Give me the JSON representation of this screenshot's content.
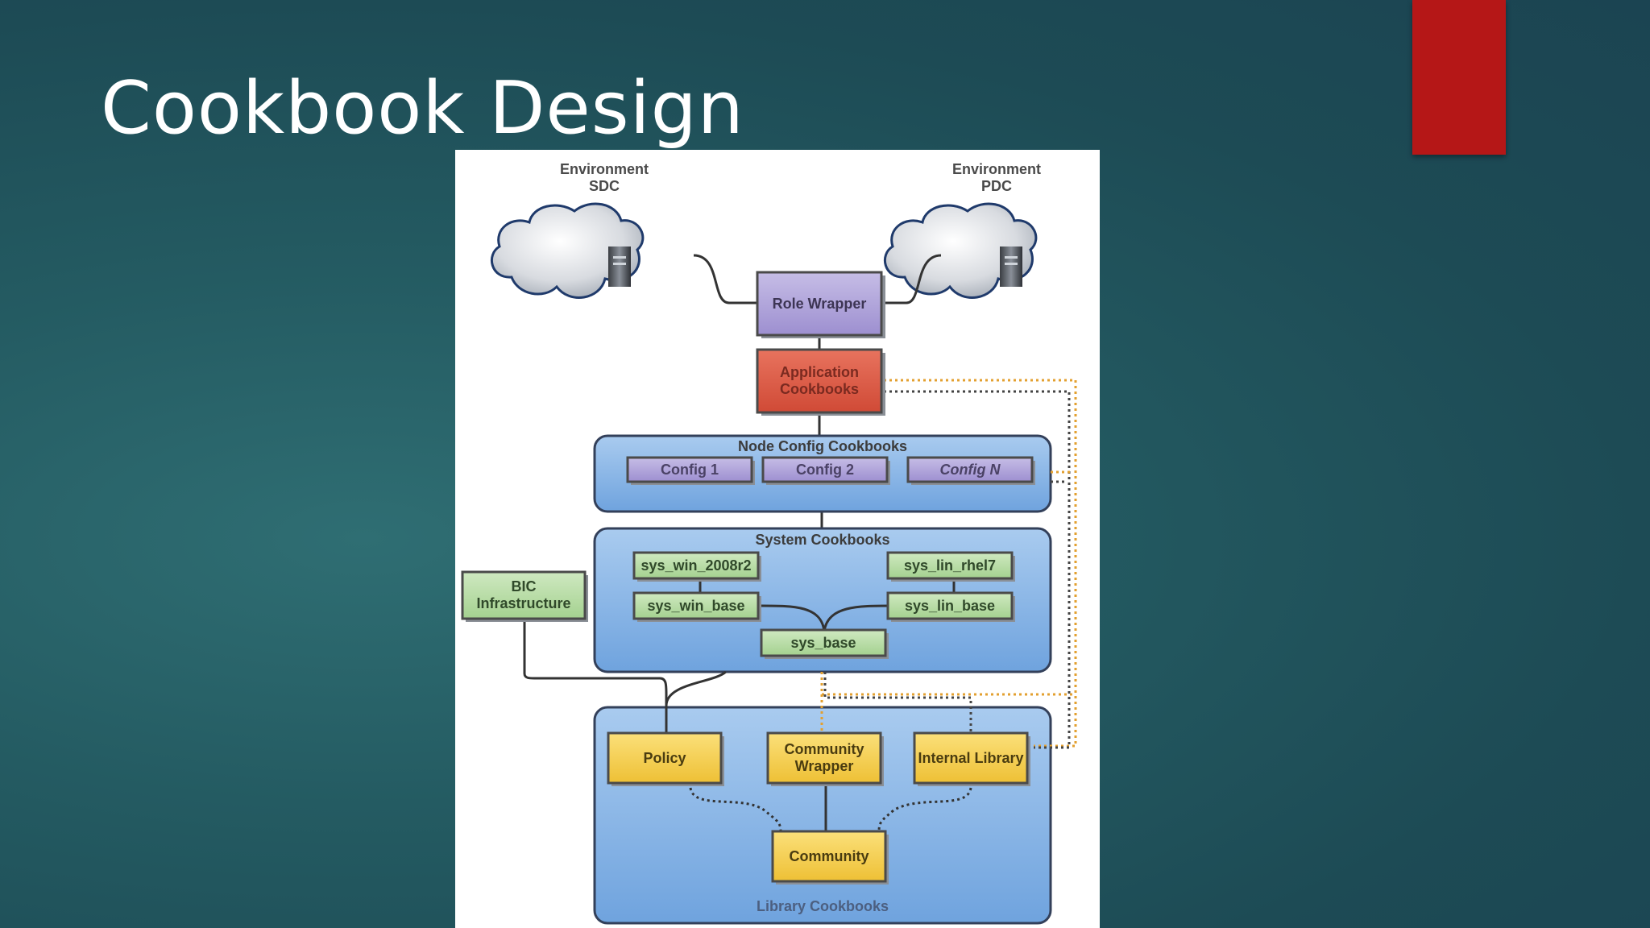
{
  "slide": {
    "title": "Cookbook Design"
  },
  "diagram": {
    "env_left": {
      "line1": "Environment",
      "line2": "SDC"
    },
    "env_right": {
      "line1": "Environment",
      "line2": "PDC"
    },
    "role_wrapper": "Role Wrapper",
    "application_cookbooks": "Application\nCookbooks",
    "node_config": {
      "title": "Node Config Cookbooks",
      "items": [
        "Config 1",
        "Config 2",
        "Config N"
      ]
    },
    "system": {
      "title": "System Cookbooks",
      "win_2008r2": "sys_win_2008r2",
      "win_base": "sys_win_base",
      "lin_rhel7": "sys_lin_rhel7",
      "lin_base": "sys_lin_base",
      "base": "sys_base"
    },
    "bic": "BIC\nInfrastructure",
    "library": {
      "title": "Library Cookbooks",
      "policy": "Policy",
      "community_wrapper": "Community\nWrapper",
      "internal_library": "Internal Library",
      "community": "Community"
    }
  },
  "colors": {
    "role_wrapper": "#b8afd9",
    "application": "#dc5a45",
    "group_blue": "#8cb6e6",
    "config_purple": "#a99ad4",
    "sys_green": "#b3dba0",
    "library_yellow": "#f4cf4a",
    "red_tab": "#b51717"
  }
}
